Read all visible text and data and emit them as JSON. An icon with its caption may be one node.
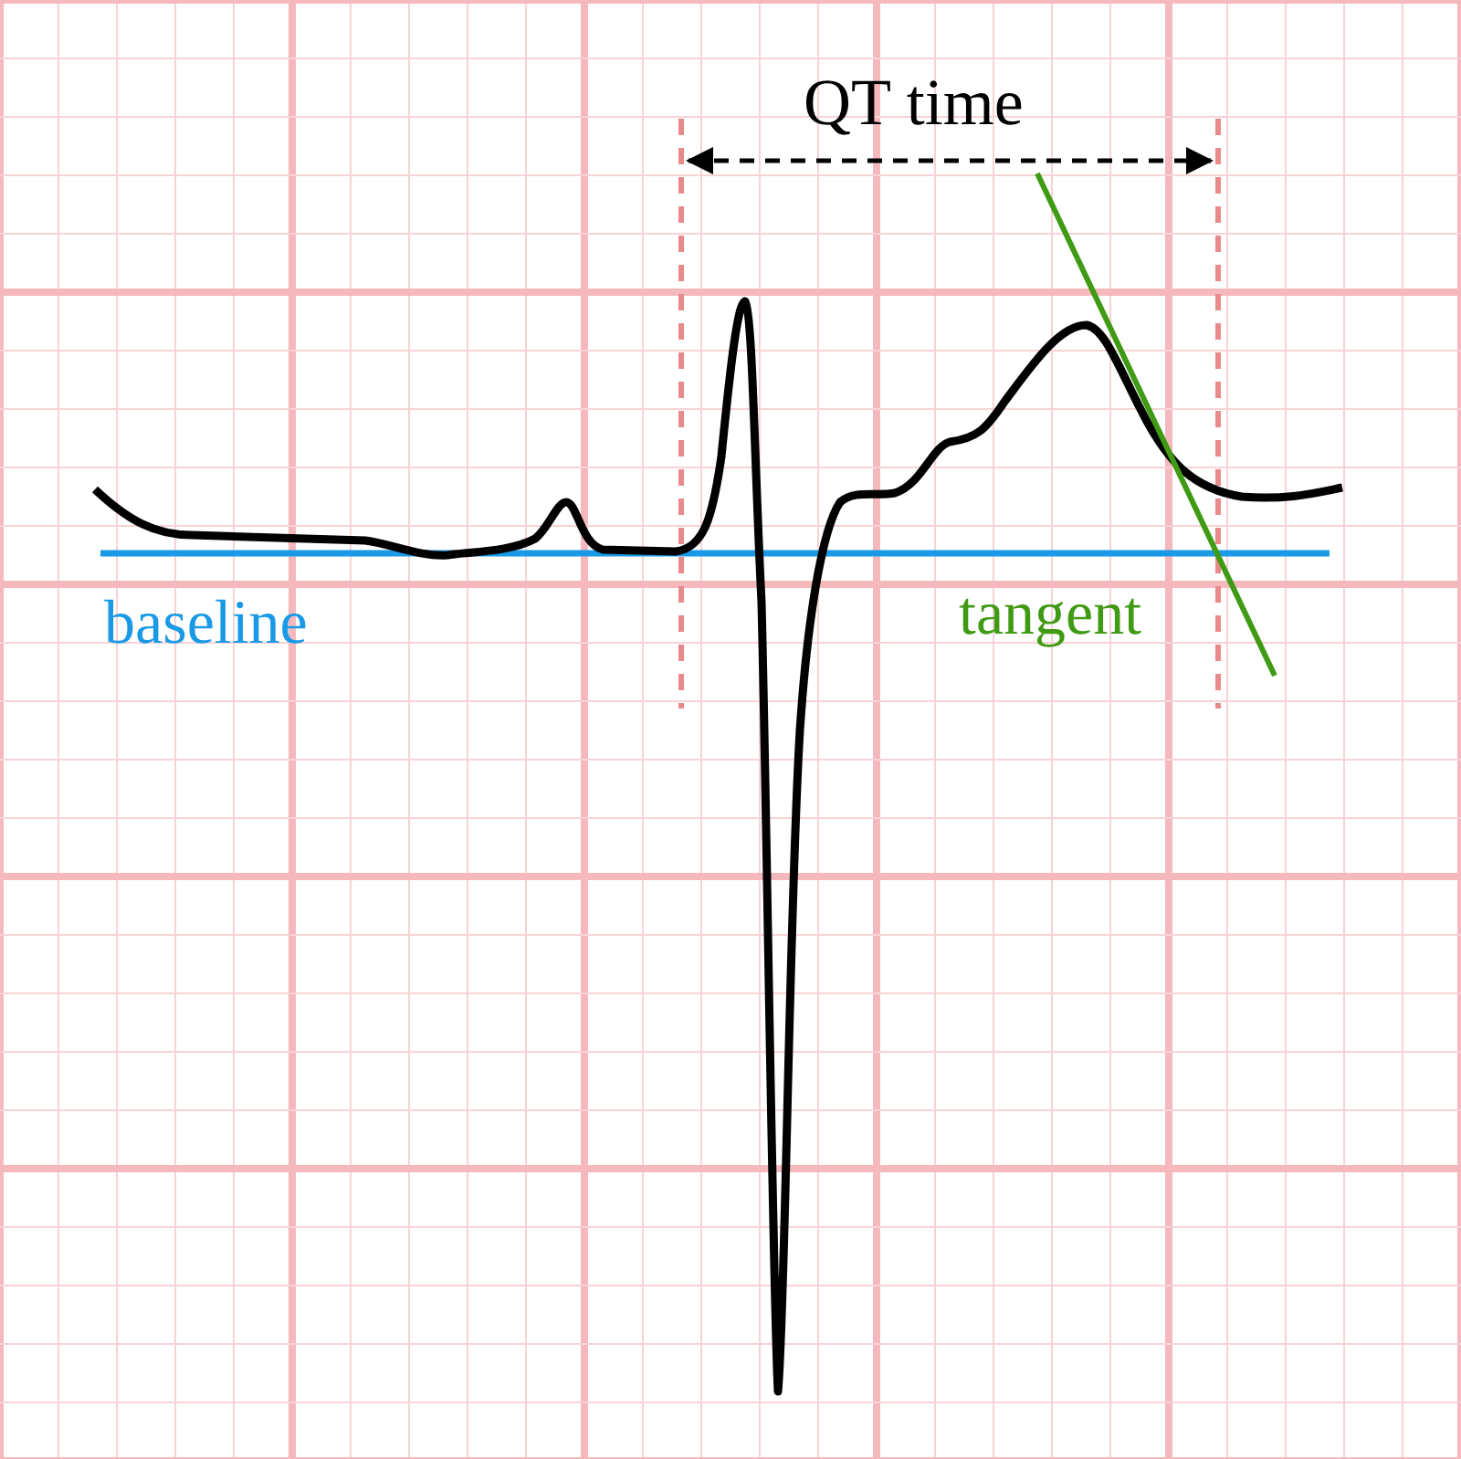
{
  "diagram": {
    "labels": [
      "QT time",
      "baseline",
      "tangent"
    ]
  }
}
